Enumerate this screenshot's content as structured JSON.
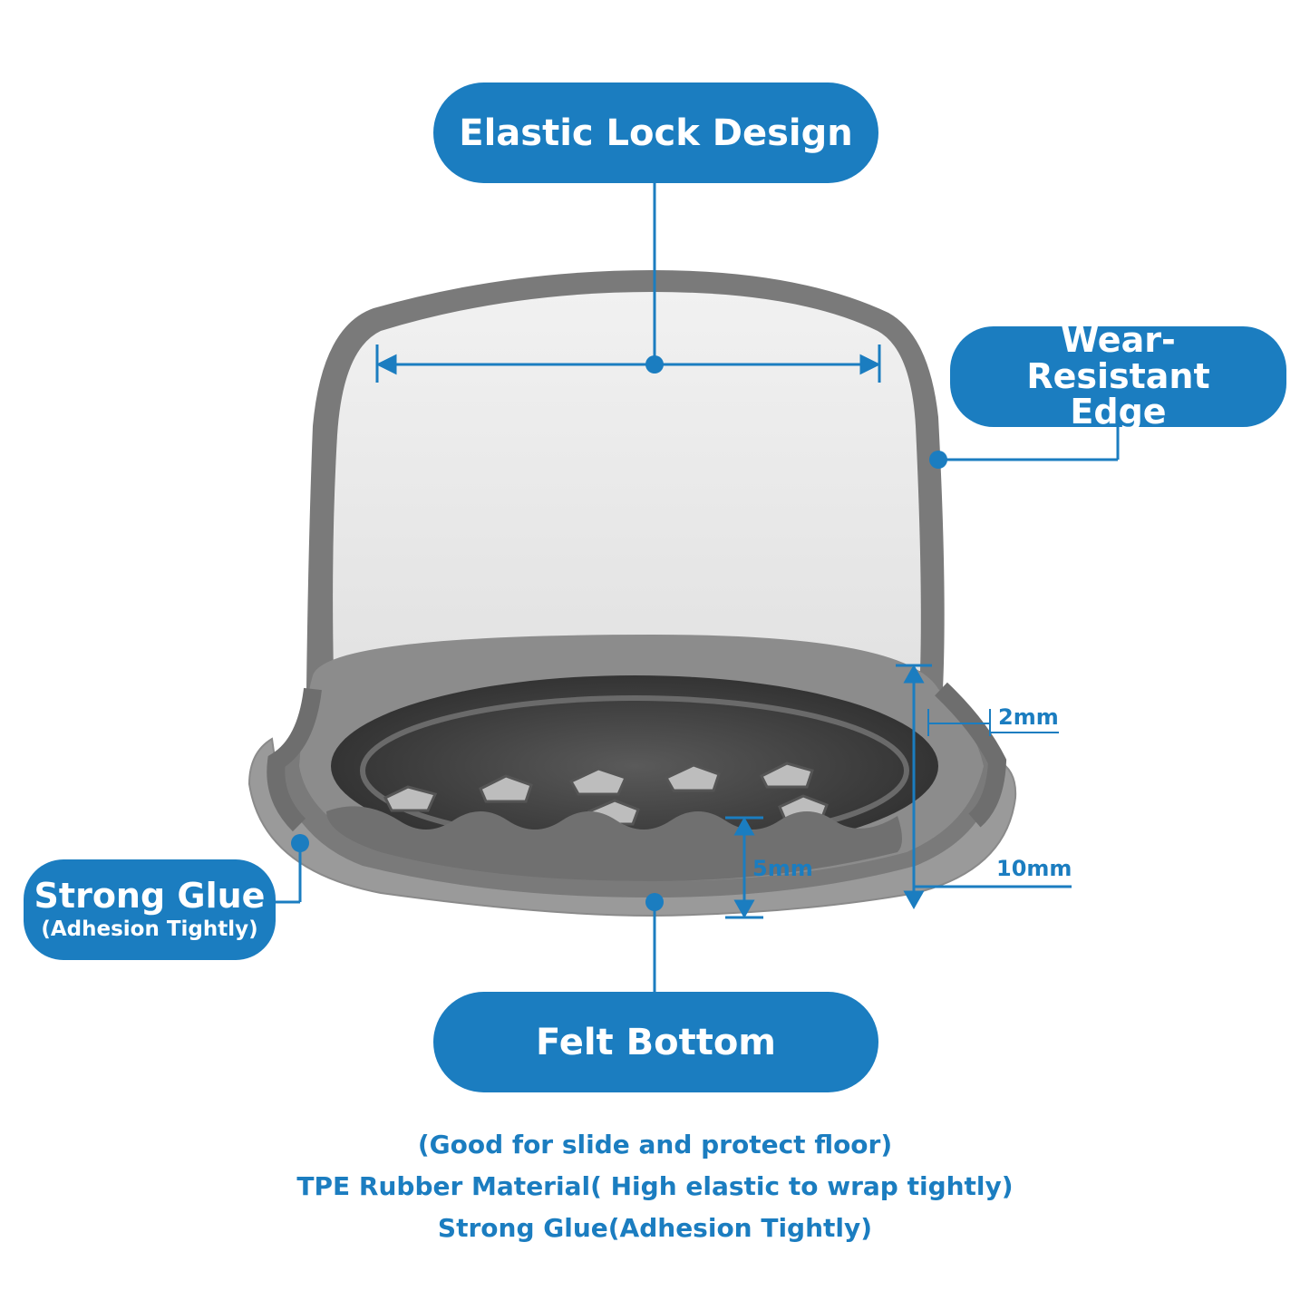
{
  "callouts": {
    "elastic_lock": "Elastic Lock Design",
    "wear_resistant": "Wear-Resistant Edge",
    "strong_glue": "Strong Glue",
    "strong_glue_sub": "(Adhesion Tightly)",
    "felt_bottom": "Felt Bottom"
  },
  "dimensions": {
    "rim": "2mm",
    "height": "10mm",
    "felt": "5mm"
  },
  "captions": [
    "(Good for slide and protect floor)",
    "TPE Rubber Material( High elastic to wrap tightly)",
    "Strong Glue(Adhesion Tightly)"
  ],
  "colors": {
    "accent": "#1b7dc0",
    "rubber": "#7a7a7a",
    "felt": "#9a9a9a",
    "cap_inner": "#3e3e3e"
  }
}
